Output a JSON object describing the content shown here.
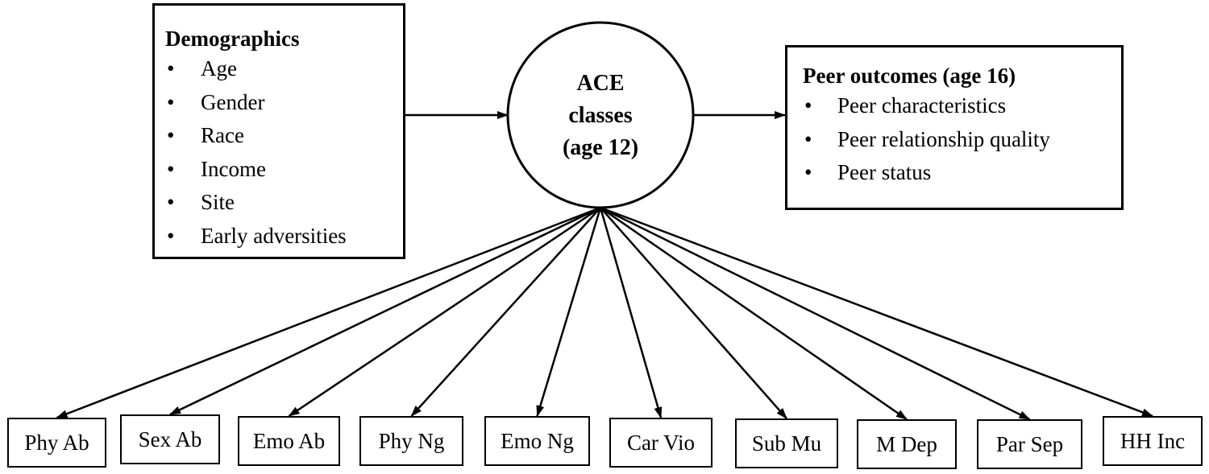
{
  "demographics": {
    "title": "Demographics",
    "items": [
      "Age",
      "Gender",
      "Race",
      "Income",
      "Site",
      "Early adversities"
    ]
  },
  "ace_classes": {
    "lines": [
      "ACE",
      "classes",
      "(age 12)"
    ]
  },
  "peer_outcomes": {
    "title": "Peer outcomes (age 16)",
    "items": [
      "Peer characteristics",
      "Peer relationship quality",
      "Peer status"
    ]
  },
  "indicators": [
    "Phy Ab",
    "Sex Ab",
    "Emo Ab",
    "Phy Ng",
    "Emo Ng",
    "Car Vio",
    "Sub Mu",
    "M Dep",
    "Par Sep",
    "HH Inc"
  ]
}
